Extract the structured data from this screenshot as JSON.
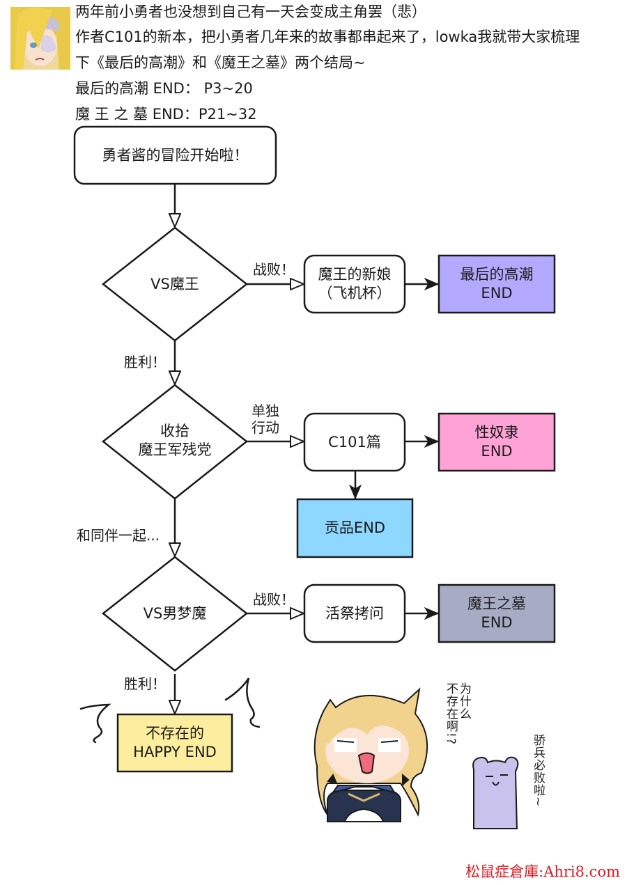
{
  "header": {
    "lines": [
      "两年前小勇者也没想到自己有一天会变成主角罢（悲）",
      "作者C101的新本，把小勇者几年来的故事都串起来了，lowka我就带大家梳理",
      "下《最后的高潮》和《魔王之墓》两个结局~",
      "最后的高潮 END：  P3~20",
      "魔 王 之 墓  END：P21~32"
    ]
  },
  "flowchart": {
    "start": "勇者酱的冒险开始啦！",
    "decisions": [
      {
        "text": "VS魔王"
      },
      {
        "text": "收拾\n魔王军残党"
      },
      {
        "text": "VS男梦魔"
      }
    ],
    "processes": [
      {
        "text": "魔王的新娘\n（飞机杯）"
      },
      {
        "text": "C101篇"
      },
      {
        "text": "活祭拷问"
      }
    ],
    "endings": [
      {
        "text": "最后的高潮\nEND",
        "color": "#b3aaff"
      },
      {
        "text": "性奴隶\nEND",
        "color": "#ffa3d6"
      },
      {
        "text": "贡品END",
        "color": "#8ed8ff"
      },
      {
        "text": "魔王之墓\nEND",
        "color": "#a8abc4"
      },
      {
        "text": "不存在的\nHAPPY END",
        "color": "#fcee9e"
      }
    ],
    "edge_labels": {
      "defeat_1": "战败！",
      "victory_1": "胜利！",
      "solo": "单独\n行动",
      "together": "和同伴一起...",
      "defeat_2": "战败！",
      "victory_2": "胜利！"
    }
  },
  "illustration": {
    "girl_speech": "为什么不存在啊!?",
    "girl_speech_col1": "不存在啊!?",
    "girl_speech_col2": "为什么",
    "creature_speech": "骄兵必败啦~"
  },
  "watermark": "松鼠症倉庫:Ahri8.com"
}
